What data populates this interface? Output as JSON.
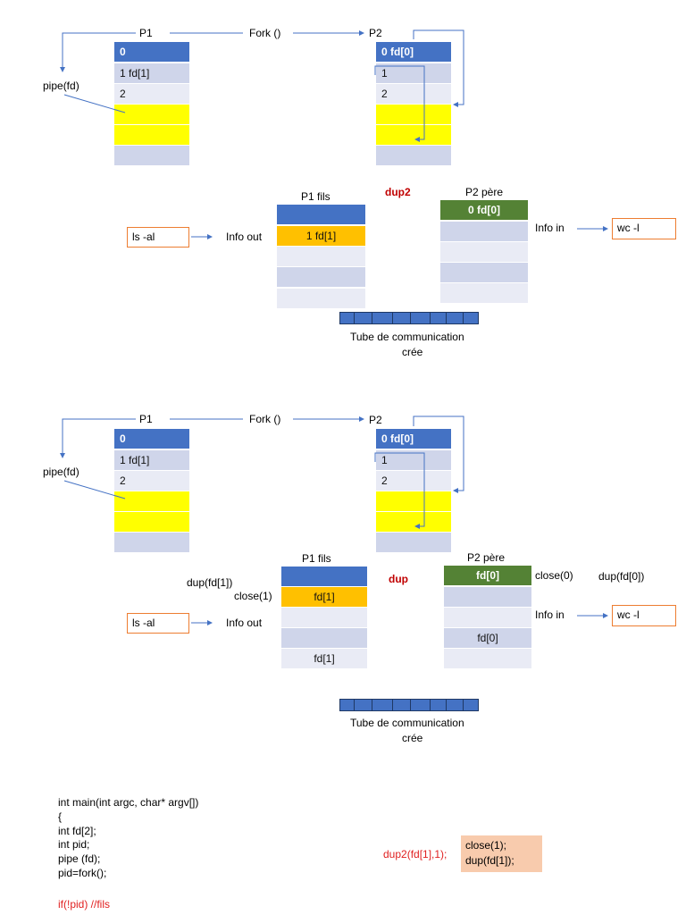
{
  "d1": {
    "p1": "P1",
    "fork": "Fork ()",
    "p2": "P2",
    "pipe": "pipe(fd)",
    "p1_rows": [
      "0",
      "1   fd[1]",
      "2"
    ],
    "p2_rows": [
      "0   fd[0]",
      "1",
      "2"
    ],
    "fils_title": "P1 fils",
    "pere_title": "P2 père",
    "op": "dup2",
    "fils_row": "1 fd[1]",
    "pere_row": "0 fd[0]",
    "cmd_left": "ls -al",
    "info_out": "Info out",
    "info_in": "Info in",
    "cmd_right": "wc -l",
    "tube": [
      "Tube de communication",
      "crée"
    ]
  },
  "d2": {
    "p1": "P1",
    "fork": "Fork ()",
    "p2": "P2",
    "pipe": "pipe(fd)",
    "p1_rows": [
      "0",
      "1   fd[1]",
      "2"
    ],
    "p2_rows": [
      "0   fd[0]",
      "1",
      "2"
    ],
    "fils_title": "P1 fils",
    "pere_title": "P2 père",
    "op": "dup",
    "dup_fd1": "dup(fd[1])",
    "close1": "close(1)",
    "fils_fd1": "fd[1]",
    "fils_bottom": "fd[1]",
    "pere_fd0": "fd[0]",
    "close0": "close(0)",
    "dup_fd0": "dup(fd[0])",
    "pere_mid": "fd[0]",
    "cmd_left": "ls -al",
    "info_out": "Info out",
    "info_in": "Info in",
    "cmd_right": "wc -l",
    "tube": [
      "Tube de communication",
      "crée"
    ]
  },
  "code": {
    "lines": [
      "int main(int argc, char* argv[])",
      "{",
      "int fd[2];",
      "int pid;",
      "pipe (fd);",
      "pid=fork();"
    ],
    "last": "if(!pid) //fils",
    "dup2_call": "dup2(fd[1],1);",
    "equiv": [
      "close(1);",
      "dup(fd[1]);"
    ]
  },
  "colors": {
    "blue": "#4472c4",
    "yellow": "#ffff00",
    "gold": "#ffc000",
    "green": "#548235",
    "orange": "#ed7d31",
    "red": "#c00000"
  }
}
